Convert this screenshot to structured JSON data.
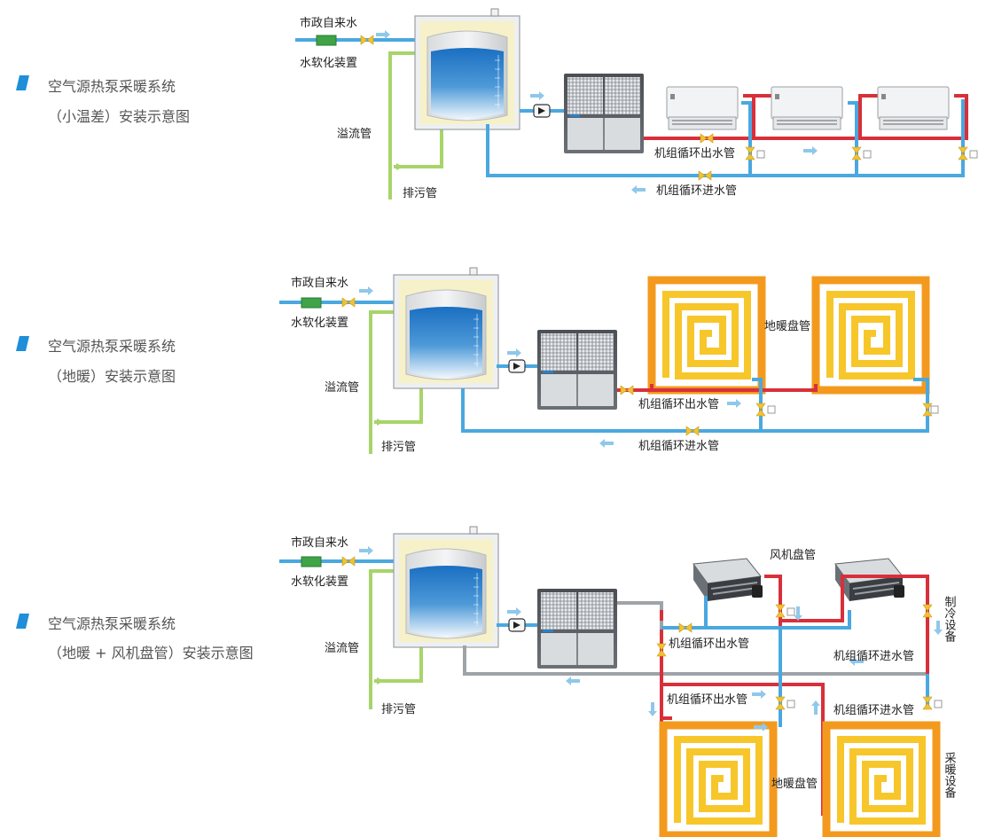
{
  "sections": [
    {
      "title_line1": "空气源热泵采暖系统",
      "title_line2": "（小温差）安装示意图",
      "labels": {
        "municipal_water": "市政自来水",
        "water_softener": "水软化装置",
        "overflow_pipe": "溢流管",
        "drain_pipe": "排污管",
        "outlet_pipe": "机组循环出水管",
        "inlet_pipe": "机组循环进水管"
      }
    },
    {
      "title_line1": "空气源热泵采暖系统",
      "title_line2": "（地暖）安装示意图",
      "labels": {
        "municipal_water": "市政自来水",
        "water_softener": "水软化装置",
        "overflow_pipe": "溢流管",
        "drain_pipe": "排污管",
        "floor_coil": "地暖盘管",
        "outlet_pipe": "机组循环出水管",
        "inlet_pipe": "机组循环进水管"
      }
    },
    {
      "title_line1": "空气源热泵采暖系统",
      "title_line2": "（地暖 + 风机盘管）安装示意图",
      "labels": {
        "municipal_water": "市政自来水",
        "water_softener": "水软化装置",
        "overflow_pipe": "溢流管",
        "drain_pipe": "排污管",
        "fan_coil": "风机盘管",
        "cooling_equipment": "制冷设备",
        "outlet_pipe_a": "机组循环出水管",
        "inlet_pipe_a": "机组循环进水管",
        "outlet_pipe_b": "机组循环出水管",
        "inlet_pipe_b": "机组循环进水管",
        "floor_coil": "地暖盘管",
        "heating_equipment": "采暖设备"
      }
    }
  ],
  "colors": {
    "bullet": "#1e8fd8",
    "hot_pipe": "#d8303a",
    "cold_pipe": "#4aa8e0",
    "overflow_pipe": "#a8d46a",
    "gray_pipe": "#9ea3a8",
    "tank_water": "#1f78c8",
    "tank_shell": "#f6f1c8",
    "valve": "#f2c232",
    "coil_orange": "#f39a1e",
    "coil_yellow": "#f7e03a",
    "arrow": "#8fc8ea"
  }
}
